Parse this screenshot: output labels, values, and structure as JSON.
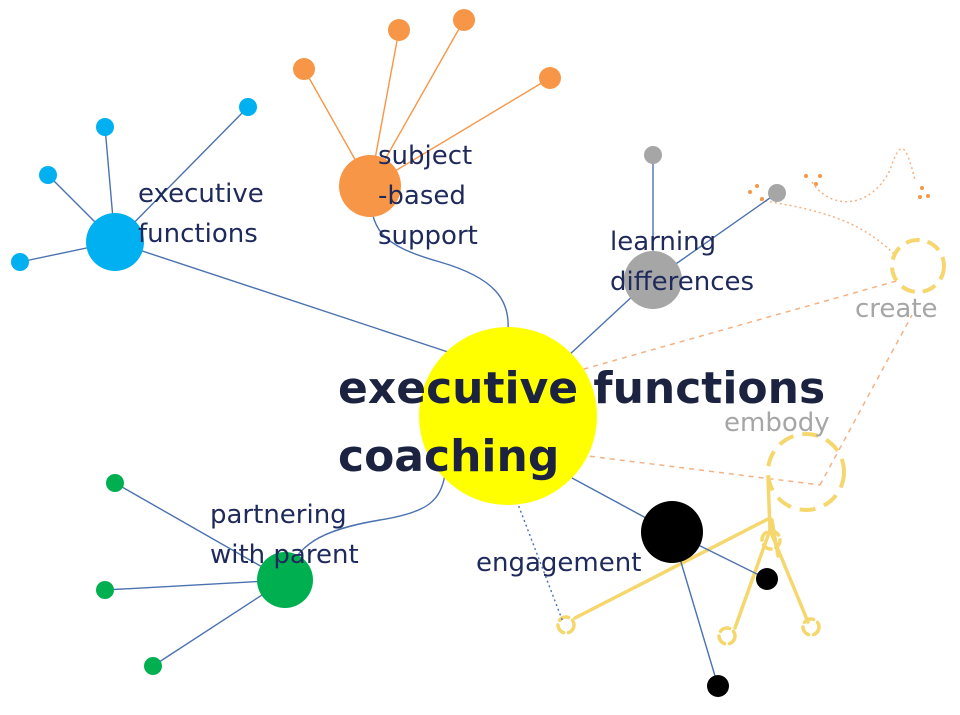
{
  "central_topic": {
    "line1": "executive functions",
    "line2": "coaching",
    "color": "#ffff00"
  },
  "branches": [
    {
      "id": "executive",
      "lines": [
        "executive",
        "functions"
      ],
      "color": "#00b0f0"
    },
    {
      "id": "subject",
      "lines": [
        "subject",
        "-based",
        "support"
      ],
      "color": "#f79646"
    },
    {
      "id": "learning",
      "lines": [
        "learning",
        "differences"
      ],
      "color": "#a6a6a6"
    },
    {
      "id": "partnering",
      "lines": [
        "partnering",
        "with parent"
      ],
      "color": "#00b050"
    },
    {
      "id": "engagement",
      "lines": [
        "engagement"
      ],
      "color": "#000000"
    }
  ],
  "faded_labels": {
    "create": "create",
    "embody": "embody",
    "color": "#a6a6a6",
    "sketch_color": "#f5d76e"
  }
}
